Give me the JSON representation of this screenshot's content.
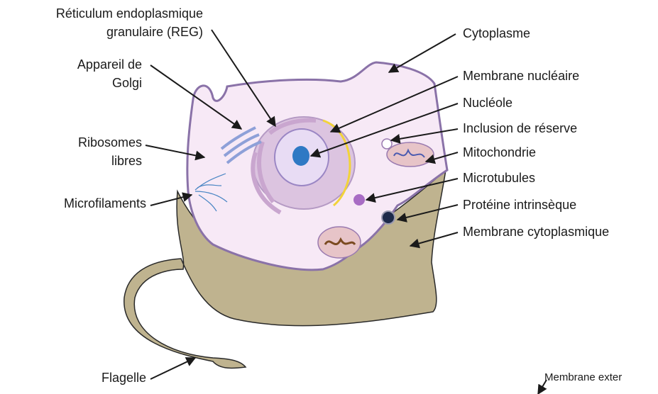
{
  "labels": {
    "reg_line1": "Réticulum endoplasmique",
    "reg_line2": "granulaire (REG)",
    "golgi_line1": "Appareil de",
    "golgi_line2": "Golgi",
    "ribosomes_line1": "Ribosomes",
    "ribosomes_line2": "libres",
    "microfilaments": "Microfilaments",
    "flagelle": "Flagelle",
    "cytoplasme": "Cytoplasme",
    "membrane_nucleaire": "Membrane nucléaire",
    "nucleole": "Nucléole",
    "inclusion": "Inclusion de réserve",
    "mitochondrie": "Mitochondrie",
    "microtubules": "Microtubules",
    "proteine": "Protéine intrinsèque",
    "membrane_cytoplasmique": "Membrane cytoplasmique",
    "membrane_externe": "Membrane exter"
  },
  "colors": {
    "cell_wall": "#bfb38f",
    "cytoplasm": "#f7e9f6",
    "cell_membrane": "#8a72a8",
    "nucleus": "#dcc4e0",
    "nucleolus": "#2e79c4",
    "mitochondria": "#e7c4c8",
    "golgi": "#8ea0d8",
    "arrow": "#1a1a1a"
  }
}
